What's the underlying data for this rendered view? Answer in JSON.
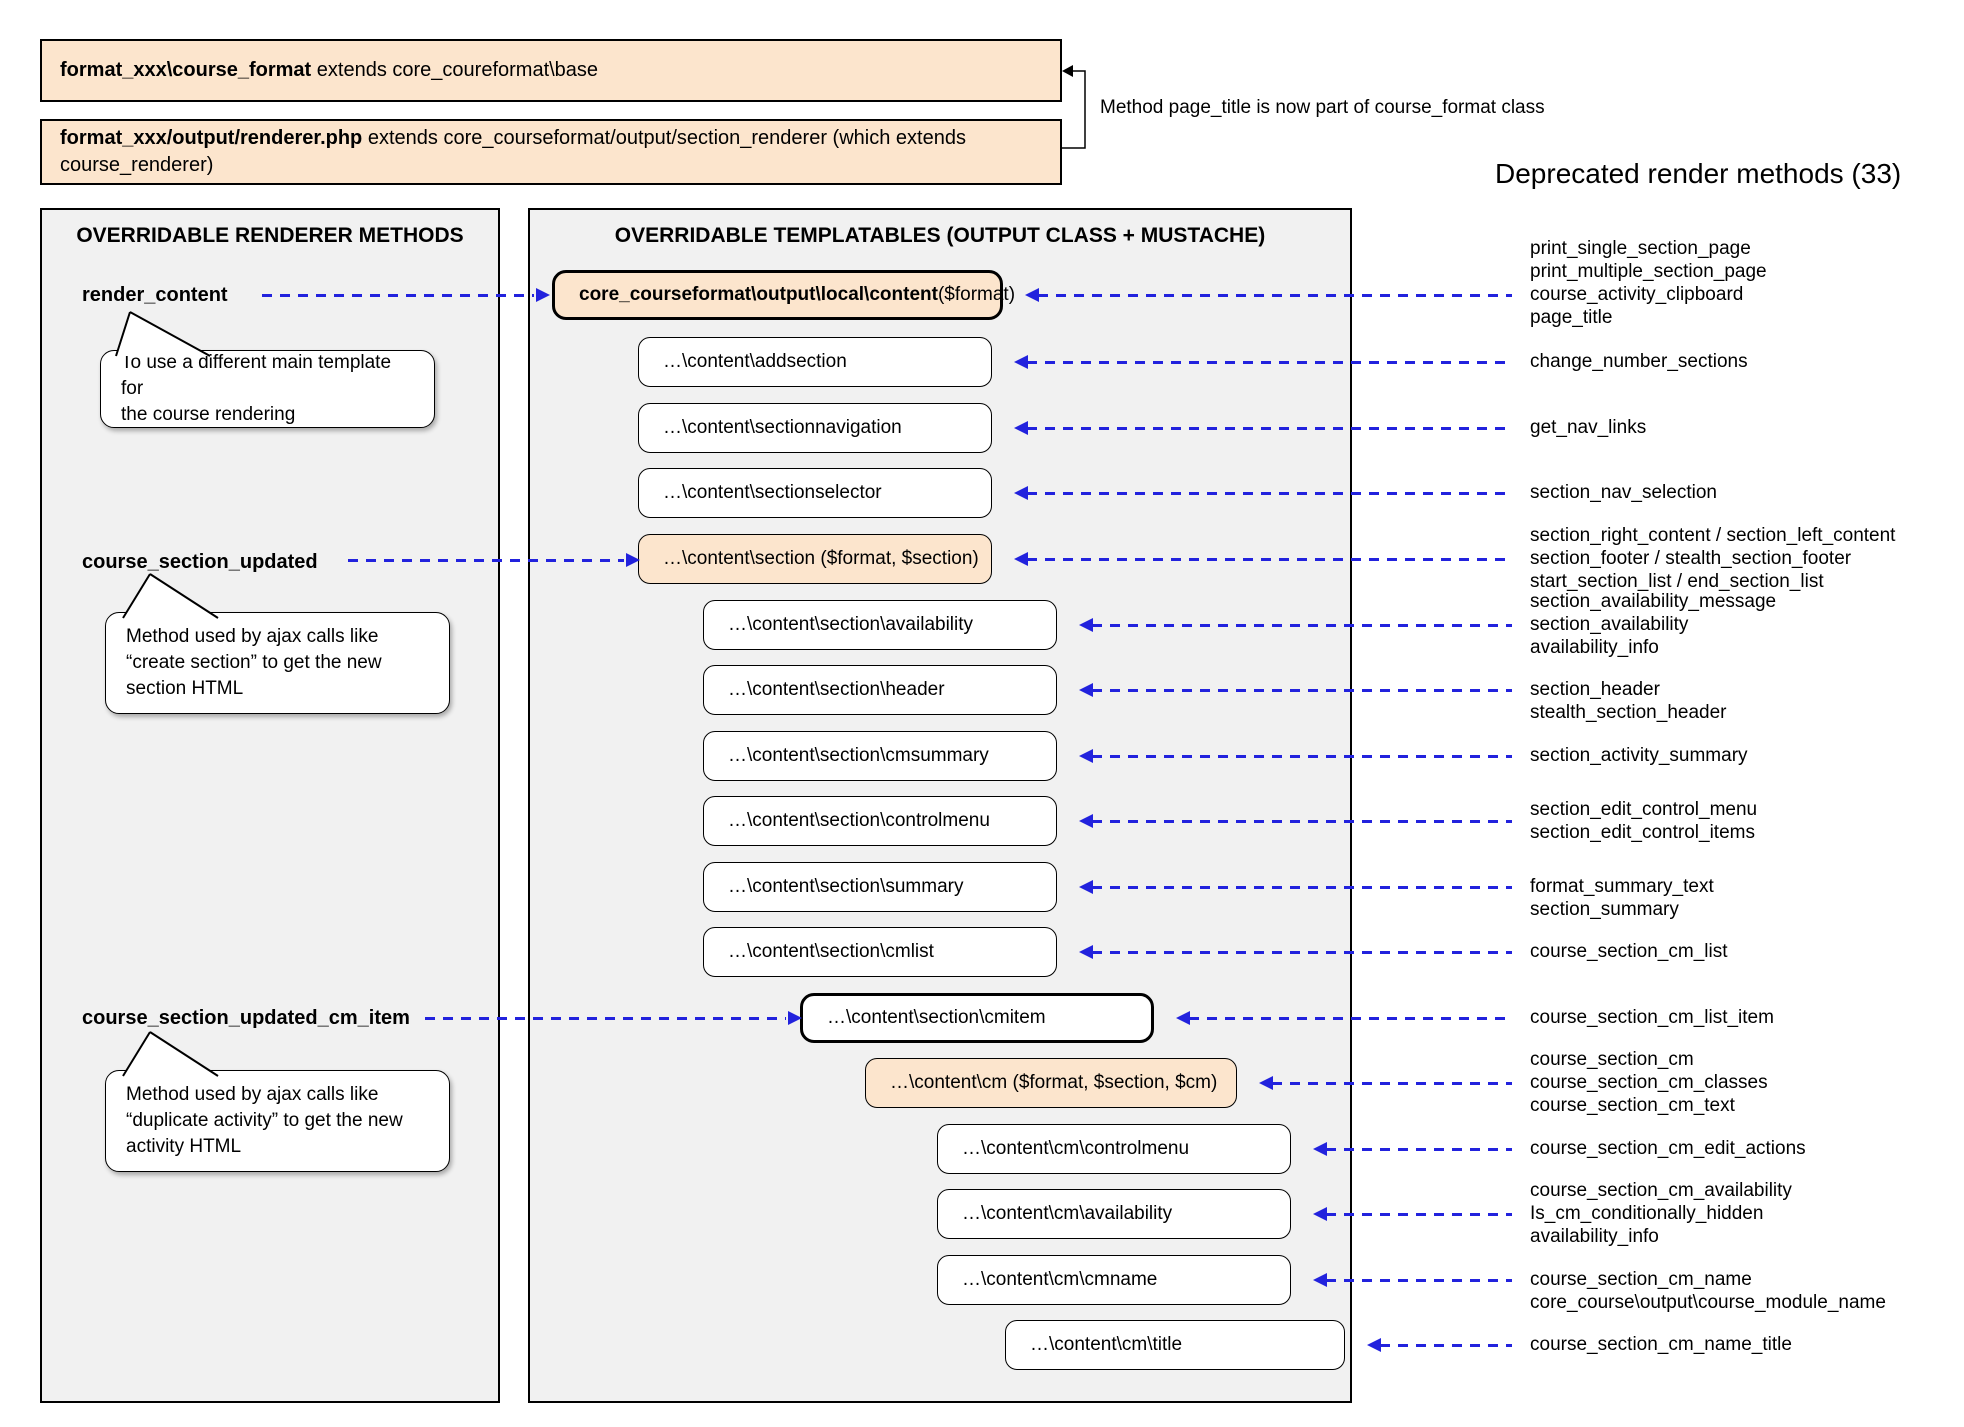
{
  "top": {
    "box1": {
      "bold": "format_xxx\\course_format",
      "rest": " extends core_coureformat\\base"
    },
    "box2": {
      "bold": "format_xxx/output/renderer.php",
      "rest": " extends core_courseformat/output/section_renderer (which extends\ncourse_renderer)"
    },
    "note": "Method page_title is now part of course_format class"
  },
  "deprecated_title": "Deprecated render methods (33)",
  "left_panel": {
    "title": "OVERRIDABLE RENDERER METHODS",
    "methods": [
      {
        "label": "render_content",
        "bubble": "To use a different main template for\nthe course rendering"
      },
      {
        "label": "course_section_updated",
        "bubble": "Method used by ajax calls like\n“create section” to get the new\nsection HTML"
      },
      {
        "label": "course_section_updated_cm_item",
        "bubble": "Method used by ajax calls like\n“duplicate activity” to get the new\nactivity HTML"
      }
    ]
  },
  "middle_panel": {
    "title": "OVERRIDABLE TEMPLATABLES (OUTPUT CLASS + MUSTACHE)",
    "boxes": [
      {
        "bold": "core_courseformat\\output\\local\\content",
        "rest": " ($format)"
      },
      {
        "label": "…\\content\\addsection"
      },
      {
        "label": "…\\content\\sectionnavigation"
      },
      {
        "label": "…\\content\\sectionselector"
      },
      {
        "label": "…\\content\\section ($format, $section)"
      },
      {
        "label": "…\\content\\section\\availability"
      },
      {
        "label": "…\\content\\section\\header"
      },
      {
        "label": "…\\content\\section\\cmsummary"
      },
      {
        "label": "…\\content\\section\\controlmenu"
      },
      {
        "label": "…\\content\\section\\summary"
      },
      {
        "label": "…\\content\\section\\cmlist"
      },
      {
        "label": "…\\content\\section\\cmitem"
      },
      {
        "label": "…\\content\\cm ($format, $section, $cm)"
      },
      {
        "label": "…\\content\\cm\\controlmenu"
      },
      {
        "label": "…\\content\\cm\\availability"
      },
      {
        "label": "…\\content\\cm\\cmname"
      },
      {
        "label": "…\\content\\cm\\title"
      }
    ]
  },
  "deprecated_groups": [
    {
      "lines": [
        "print_single_section_page",
        "print_multiple_section_page",
        "course_activity_clipboard",
        "page_title"
      ]
    },
    {
      "lines": [
        "change_number_sections"
      ]
    },
    {
      "lines": [
        "get_nav_links"
      ]
    },
    {
      "lines": [
        "section_nav_selection"
      ]
    },
    {
      "lines": [
        "section_right_content / section_left_content",
        "section_footer / stealth_section_footer",
        "start_section_list / end_section_list"
      ]
    },
    {
      "lines": [
        "section_availability_message",
        "section_availability",
        "availability_info"
      ]
    },
    {
      "lines": [
        "section_header",
        "stealth_section_header"
      ]
    },
    {
      "lines": [
        "section_activity_summary"
      ]
    },
    {
      "lines": [
        "section_edit_control_menu",
        "section_edit_control_items"
      ]
    },
    {
      "lines": [
        "format_summary_text",
        "section_summary"
      ]
    },
    {
      "lines": [
        "course_section_cm_list"
      ]
    },
    {
      "lines": [
        "course_section_cm_list_item"
      ]
    },
    {
      "lines": [
        "course_section_cm",
        "course_section_cm_classes",
        "course_section_cm_text"
      ]
    },
    {
      "lines": [
        "course_section_cm_edit_actions"
      ]
    },
    {
      "lines": [
        "course_section_cm_availability",
        "Is_cm_conditionally_hidden",
        "availability_info"
      ]
    },
    {
      "lines": [
        "course_section_cm_name",
        "core_course\\output\\course_module_name"
      ]
    },
    {
      "lines": [
        "course_section_cm_name_title"
      ]
    }
  ]
}
